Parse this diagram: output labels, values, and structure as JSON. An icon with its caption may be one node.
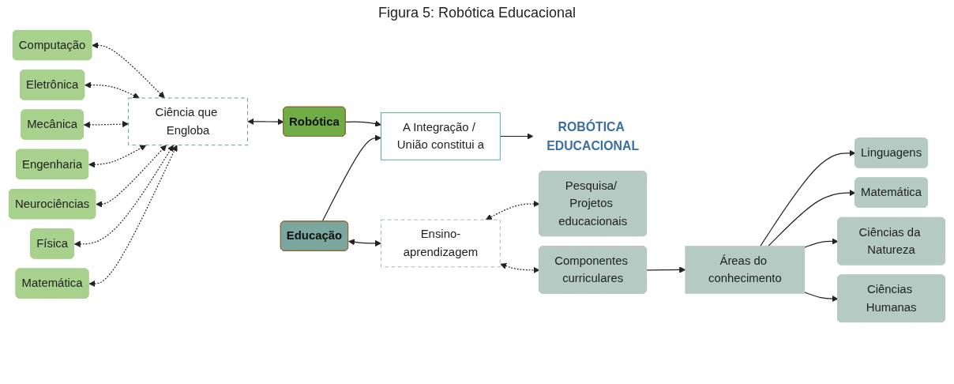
{
  "diagram": {
    "title": "Figura 5: Robótica Educacional",
    "nodes": [
      {
        "text": [
          "Computação"
        ]
      },
      {
        "text": [
          "Eletrônica"
        ]
      },
      {
        "text": [
          "Mecânica"
        ]
      },
      {
        "text": [
          "Engenharia"
        ]
      },
      {
        "text": [
          "Neurociências"
        ]
      },
      {
        "text": [
          "Física"
        ]
      },
      {
        "text": [
          "Matemática"
        ]
      },
      {
        "text": [
          "Ciência que Engloba"
        ]
      },
      {
        "text": [
          "Robótica"
        ]
      },
      {
        "text": [
          "Educação"
        ]
      },
      {
        "text": [
          "A Integração / União constitui a"
        ]
      },
      {
        "text": [
          "ROBÓTICA EDUCACIONAL"
        ]
      },
      {
        "text": [
          "Ensino-aprendizagem"
        ]
      },
      {
        "text": [
          "Pesquisa/ Projetos educacionais"
        ]
      },
      {
        "text": [
          "Componentes curriculares"
        ]
      },
      {
        "text": [
          "Áreas do conhecimento"
        ]
      },
      {
        "text": [
          "Linguagens"
        ]
      },
      {
        "text": [
          "Matemática"
        ]
      },
      {
        "text": [
          "Ciências da Natureza"
        ]
      },
      {
        "text": [
          "Ciências Humanas"
        ]
      }
    ],
    "edges": [
      {
        "from": 0,
        "to": 7,
        "arrow": "both",
        "style": "dashed"
      },
      {
        "from": 1,
        "to": 7,
        "arrow": "both",
        "style": "dashed"
      },
      {
        "from": 2,
        "to": 7,
        "arrow": "both",
        "style": "dashed"
      },
      {
        "from": 3,
        "to": 7,
        "arrow": "both",
        "style": "dashed"
      },
      {
        "from": 4,
        "to": 7,
        "arrow": "both",
        "style": "dashed"
      },
      {
        "from": 5,
        "to": 7,
        "arrow": "both",
        "style": "dashed"
      },
      {
        "from": 6,
        "to": 7,
        "arrow": "both",
        "style": "dashed"
      },
      {
        "from": 7,
        "to": 8,
        "arrow": "both"
      },
      {
        "from": 8,
        "to": 10,
        "arrow": "to"
      },
      {
        "from": 9,
        "to": 10,
        "arrow": "to"
      },
      {
        "from": 10,
        "to": 11,
        "arrow": "to"
      },
      {
        "from": 9,
        "to": 12,
        "arrow": "both"
      },
      {
        "from": 12,
        "to": 13,
        "arrow": "both",
        "style": "dashed"
      },
      {
        "from": 12,
        "to": 14,
        "arrow": "both",
        "style": "dashed"
      },
      {
        "from": 14,
        "to": 15,
        "arrow": "to"
      },
      {
        "from": 15,
        "to": 16,
        "arrow": "to"
      },
      {
        "from": 15,
        "to": 17,
        "arrow": "to"
      },
      {
        "from": 15,
        "to": 18,
        "arrow": "to"
      },
      {
        "from": 15,
        "to": 19,
        "arrow": "to"
      }
    ]
  }
}
